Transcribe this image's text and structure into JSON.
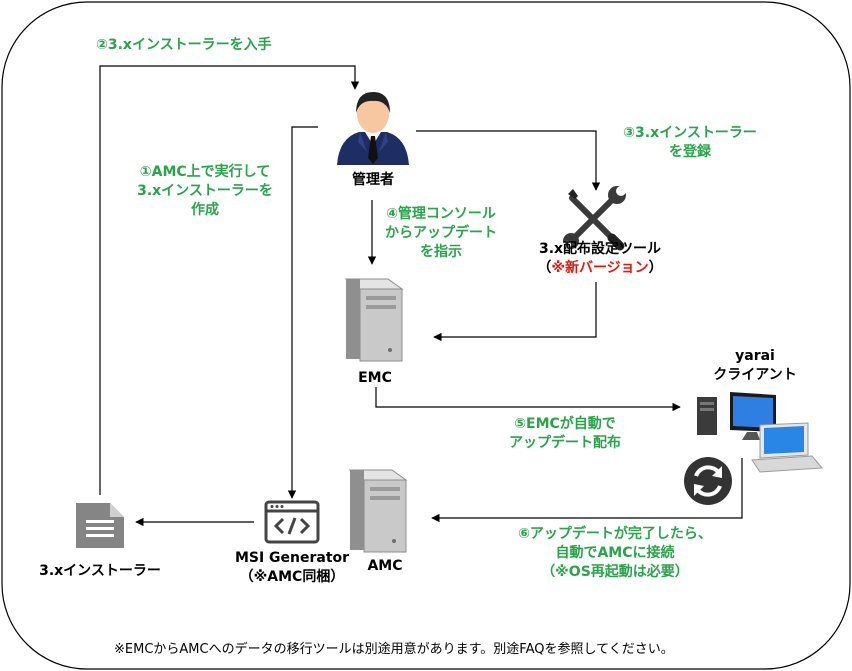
{
  "steps": {
    "s2": "②3.xインストーラーを入手",
    "s3_line1": "③3.xインストーラー",
    "s3_line2": "を登録",
    "s1_line1": "①AMC上で実行して",
    "s1_line2": "3.xインストーラーを",
    "s1_line3": "作成",
    "s4_line1": "④管理コンソール",
    "s4_line2": "からアップデート",
    "s4_line3": "を指示",
    "s5_line1": "⑤EMCが自動で",
    "s5_line2": "アップデート配布",
    "s6_line1": "⑥アップデートが完了したら、",
    "s6_line2": "自動でAMCに接続",
    "s6_line3": "（※OS再起動は必要）"
  },
  "nodes": {
    "admin": "管理者",
    "tool_line1": "3.x配布設定ツール",
    "tool_paren_open": "（",
    "tool_new_version": "※新バージョン",
    "tool_paren_close": "）",
    "emc": "EMC",
    "client_line1": "yarai",
    "client_line2": "クライアント",
    "amc": "AMC",
    "msi_line1": "MSI Generator",
    "msi_line2": "（※AMC同梱）",
    "installer": "3.xインストーラー"
  },
  "footer_note": "※EMCからAMCへのデータの移行ツールは別途用意があります。別途FAQを参照してください。",
  "colors": {
    "step_text": "#2aa44b",
    "new_version": "#e8180f",
    "server_body": "#c9c9c9",
    "arrow": "#000000"
  }
}
